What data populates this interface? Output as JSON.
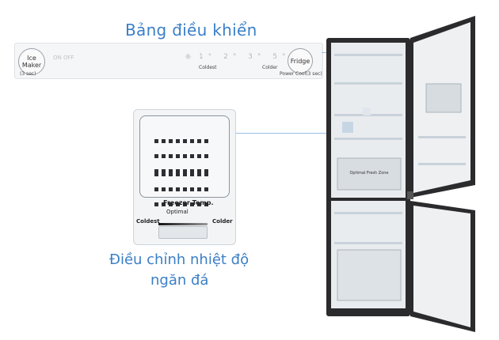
{
  "panel": {
    "title": "Bảng điều khiển",
    "ice_maker": "Ice Maker",
    "ice_maker_sub": "(3 sec)",
    "temps": "1° 2° 3° 5° 7°",
    "coldest": "Coldest",
    "colder": "Colder",
    "fridge": "Fridge",
    "power_cool": "Power Cool(3 sec)"
  },
  "dial": {
    "label": "Freezer Temp.",
    "optimal": "Optimal",
    "coldest": "Coldest",
    "colder": "Colder"
  },
  "caption": {
    "line1": "Điều chỉnh nhiệt độ",
    "line2": "ngăn đá"
  },
  "fridge": {
    "drawer_label": "Optimal Fresh Zone"
  }
}
